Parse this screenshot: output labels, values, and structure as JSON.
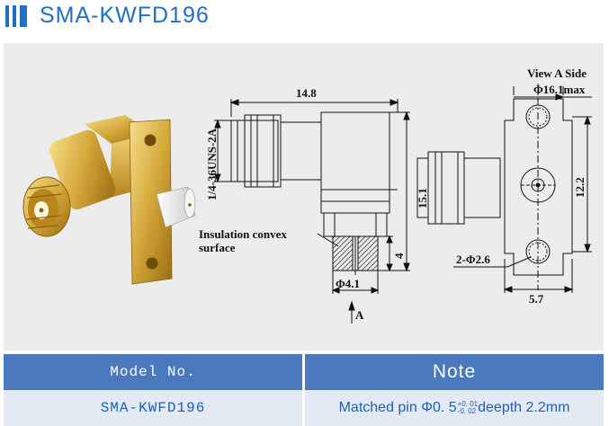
{
  "header": {
    "title": "SMA-KWFD196"
  },
  "drawing": {
    "dim_overall_length": "14.8",
    "thread_spec": "1/4-36UNS-2A",
    "dim_height": "15.1",
    "dim_pin_length": "4",
    "dim_pin_diameter": "Φ4.1",
    "insulation_label_line1": "Insulation convex",
    "insulation_label_line2": "surface",
    "view_arrow_label": "A",
    "view_title": "View A Side",
    "dim_flange_dia": "Φ16.1max",
    "dim_hole_spacing": "12.2",
    "dim_holes": "2-Φ2.6",
    "dim_flange_width": "5.7"
  },
  "table": {
    "headers": [
      "Model No.",
      "Note"
    ],
    "rows": [
      {
        "model": "SMA-KWFD196",
        "note_prefix": "Matched pin Φ0. 5",
        "tol_upper": "+0. 01",
        "tol_lower": "-0. 02",
        "note_suffix": "deepth 2.2mm"
      }
    ]
  },
  "colors": {
    "accent": "#1f6fc4",
    "table_header": "#4a79bd",
    "table_row": "#e3eaf4",
    "panel": "#ececec",
    "gold": "#d4a73a"
  }
}
